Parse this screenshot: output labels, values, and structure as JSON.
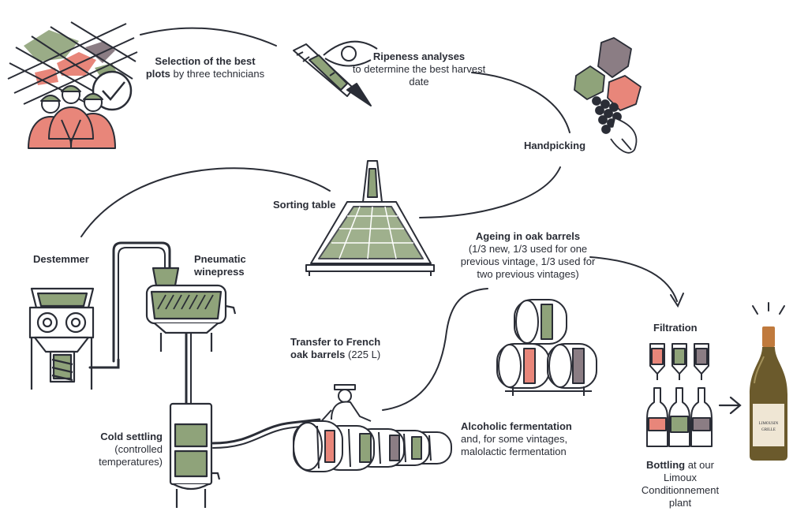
{
  "steps": {
    "selection": {
      "bold": "Selection of the best plots",
      "rest": " by three technicians"
    },
    "ripeness": {
      "bold": "Ripeness analyses",
      "rest": "to determine the best harvest date"
    },
    "handpicking": {
      "bold": "Handpicking"
    },
    "sorting": {
      "bold": "Sorting table"
    },
    "destemmer": {
      "bold": "Destemmer"
    },
    "press": {
      "bold": "Pneumatic winepress"
    },
    "ageing": {
      "bold": "Ageing in oak barrels",
      "rest": "(1/3 new, 1/3 used for one previous vintage, 1/3 used for two previous vintages)"
    },
    "filtration": {
      "bold": "Filtration"
    },
    "transfer": {
      "bold": "Transfer to French oak barrels",
      "rest": " (225 L)"
    },
    "settling": {
      "bold": "Cold settling",
      "rest": "(controlled temperatures)"
    },
    "fermentation": {
      "bold": "Alcoholic fermentation",
      "rest": "and, for some vintages, malolactic fermentation"
    },
    "bottling": {
      "bold": "Bottling",
      "rest": " at our Limoux Conditionnement plant"
    }
  },
  "bottle_label": {
    "line1": "LIMOUSIN",
    "line2": "GRILLE"
  },
  "colors": {
    "ink": "#2a2d36",
    "salmon": "#e8867a",
    "sage": "#8fa37a",
    "mauve": "#8b7d84",
    "bottle_glass": "#6b5a2c",
    "bottle_cap": "#c07a3d",
    "label_cream": "#efe6d4"
  },
  "icons": [
    "vineyard-plots-icon",
    "checkmark-icon",
    "technicians-icon",
    "pipette-icon",
    "eye-icon",
    "grape-bunch-icon",
    "sorting-table-icon",
    "destemmer-icon",
    "winepress-icon",
    "settling-tank-icon",
    "worker-icon",
    "fermentation-barrels-icon",
    "ageing-barrels-icon",
    "filter-icon",
    "bottles-icon",
    "arrow-icon",
    "wine-bottle-icon"
  ]
}
